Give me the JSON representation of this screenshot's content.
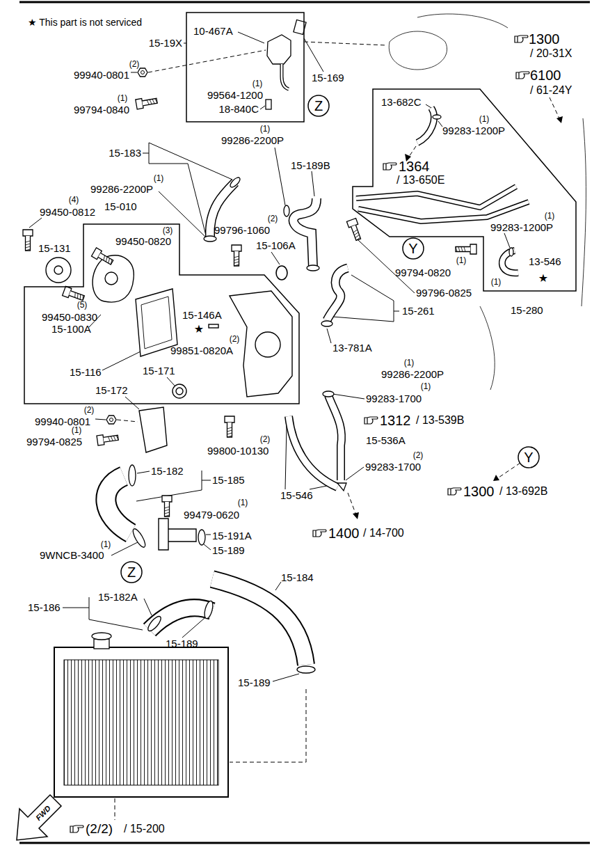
{
  "diagram": {
    "nodes": [
      {
        "text": [
          "15-19X"
        ]
      },
      {
        "text": [
          "Z"
        ]
      },
      {
        "text": [
          "15-280"
        ]
      },
      {
        "text": [
          "15-010"
        ]
      },
      {
        "text": [
          "Y"
        ]
      },
      {
        "text": [
          "Y"
        ]
      },
      {
        "text": [
          "Z"
        ]
      }
    ],
    "labels": [
      "★ This part is not serviced",
      "10-467A",
      "15-169",
      "(2)",
      "99940-0801",
      "(1)",
      "99794-0840",
      "(1)",
      "99564-1200",
      "18-840C",
      "(1)",
      "99286-2200P",
      "15-183",
      "15-189B",
      "(1)",
      "99286-2200P",
      "(4)",
      "99450-0812",
      "(3)",
      "99450-0820",
      "15-131",
      "(2)",
      "99796-1060",
      "15-106A",
      "15-146A",
      "★",
      "(2)",
      "99851-0820A",
      "(5)",
      "99450-0830",
      "15-100A",
      "15-116",
      "15-172",
      "15-171",
      "(2)",
      "99940-0801",
      "(1)",
      "99794-0825",
      "(2)",
      "99800-10130",
      "15-182",
      "15-185",
      "(1)",
      "99479-0620",
      "15-191A",
      "(1)",
      "9WNCB-3400",
      "15-189",
      "15-184",
      "15-182A",
      "15-186",
      "15-189",
      "15-189",
      "(2/2)",
      "/ 15-200",
      "1300",
      "/ 20-31X",
      "6100",
      "/ 61-24Y",
      "13-682C",
      "(1)",
      "99283-1200P",
      "1364",
      "/ 13-650E",
      "(1)",
      "99283-1200P",
      "13-546",
      "★",
      "(1)",
      "99794-0820",
      "(1)",
      "99796-0825",
      "15-261",
      "13-781A",
      "(1)",
      "99286-2200P",
      "(1)",
      "99283-1700",
      "1312",
      "/ 13-539B",
      "15-536A",
      "(2)",
      "99283-1700",
      "1300",
      "/ 13-692B",
      "15-546",
      "1400",
      "/ 14-700",
      "FWD"
    ]
  }
}
